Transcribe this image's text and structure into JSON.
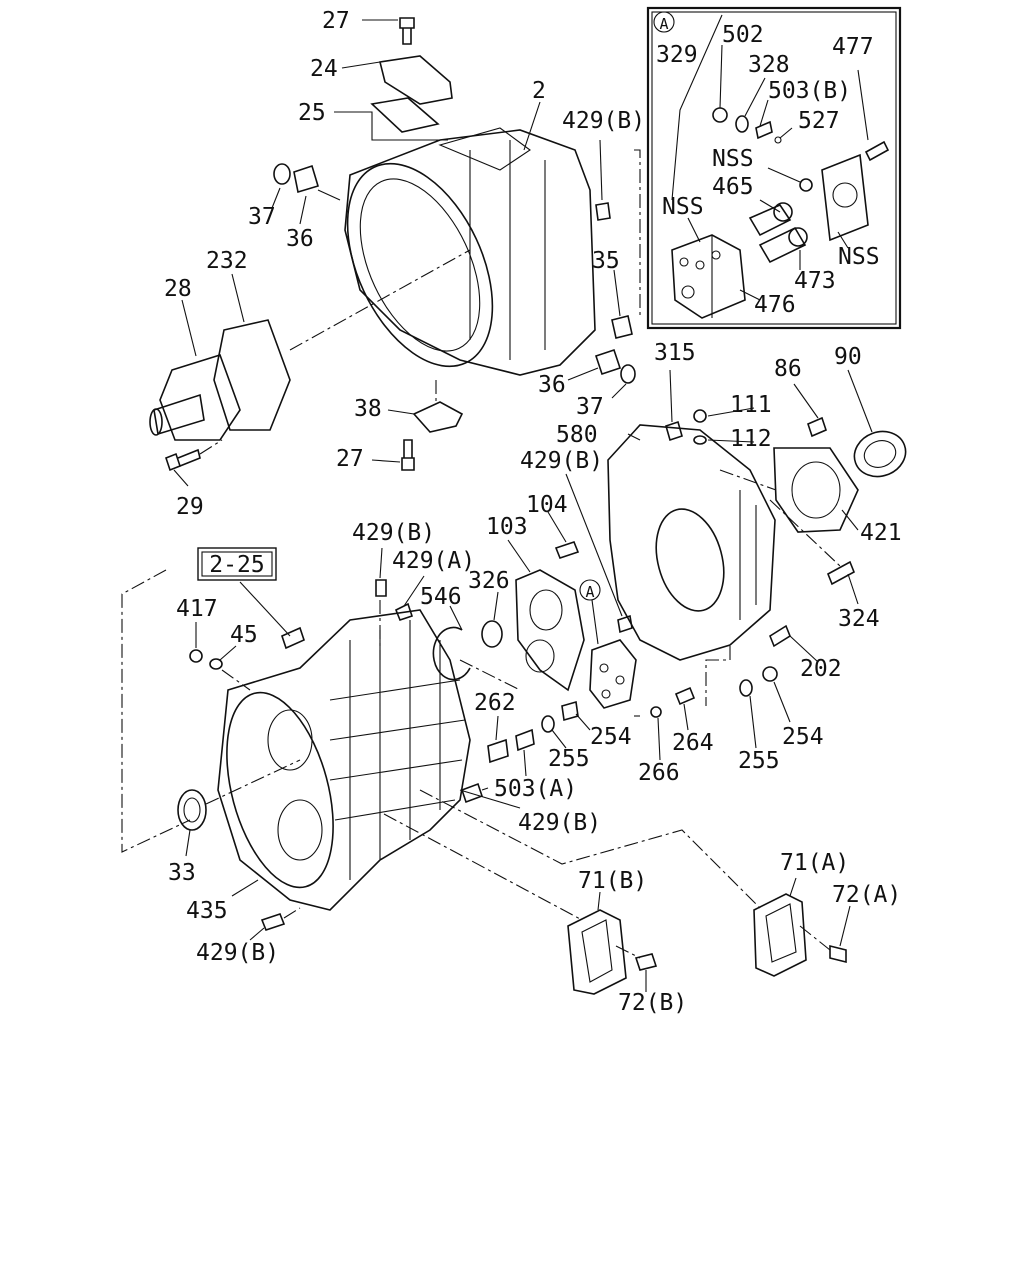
{
  "labels": {
    "l27a": "27",
    "l24": "24",
    "l25": "25",
    "l2": "2",
    "l429b_a": "429(B)",
    "l37a": "37",
    "l36a": "36",
    "l232": "232",
    "l28": "28",
    "l35": "35",
    "l36b": "36",
    "l37b": "37",
    "l38": "38",
    "l27b": "27",
    "l29": "29",
    "l315": "315",
    "l86": "86",
    "l90": "90",
    "l111": "111",
    "l580": "580",
    "l112": "112",
    "l429b_b": "429(B)",
    "l104": "104",
    "l421": "421",
    "l429b_c": "429(B)",
    "l103": "103",
    "l429a_a": "429(A)",
    "l326": "326",
    "l546": "546",
    "l324": "324",
    "l417": "417",
    "l45": "45",
    "l202": "202",
    "l262": "262",
    "l254a": "254",
    "l264": "264",
    "l254b": "254",
    "l255a": "255",
    "l266": "266",
    "l255b": "255",
    "l503a": "503(A)",
    "l429b_d": "429(B)",
    "l33": "33",
    "l71a": "71(A)",
    "l71b": "71(B)",
    "l72a": "72(A)",
    "l435": "435",
    "l429b_e": "429(B)",
    "l72b": "72(B)"
  },
  "ref_box": "2-25",
  "inset": {
    "circle_letter": "A",
    "labels": {
      "i329": "329",
      "i502": "502",
      "i328": "328",
      "i503b": "503(B)",
      "i477": "477",
      "i527": "527",
      "i_nss1": "NSS",
      "i465": "465",
      "i_nss2": "NSS",
      "i_nss3": "NSS",
      "i473": "473",
      "i476": "476"
    }
  },
  "callout_letter": "A"
}
